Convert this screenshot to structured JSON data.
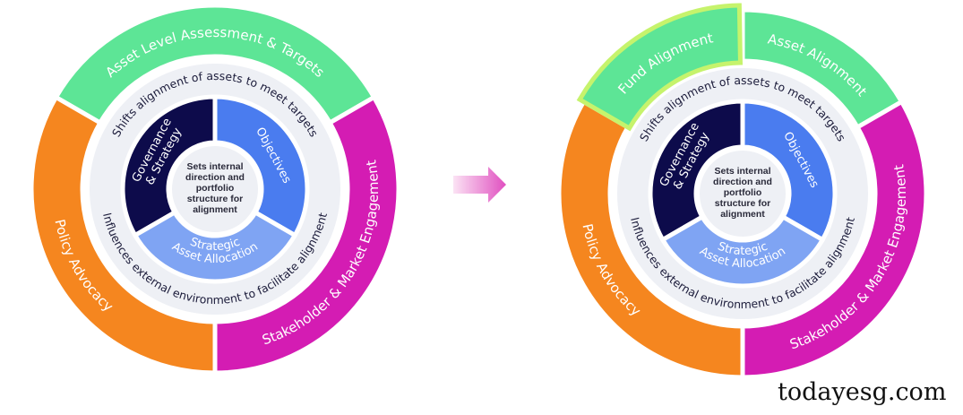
{
  "colors": {
    "green": "#5de596",
    "orange": "#f5861f",
    "magenta": "#d41cb3",
    "navy": "#0d0b4b",
    "blue": "#4a7cef",
    "light_blue": "#7fa4f3",
    "ring_gray": "#eef0f5",
    "highlight": "#c6f36c",
    "arrow": "#e04fc0"
  },
  "shared": {
    "inner_top": "Shifts alignment of assets to meet targets",
    "inner_bottom": "Influences external environment to facilitate alignment",
    "governance": [
      "Governance",
      "& Strategy"
    ],
    "objectives": "Objectives",
    "strategic": [
      "Strategic",
      "Asset Allocation"
    ],
    "center": [
      "Sets internal",
      "direction and",
      "portfolio",
      "structure for",
      "alignment"
    ],
    "policy": "Policy Advocacy",
    "stakeholder": "Stakeholder & Market Engagement"
  },
  "left_diagram": {
    "top_segment": "Asset Level Assessment & Targets"
  },
  "right_diagram": {
    "fund_segment": "Fund Alignment",
    "asset_segment": "Asset Alignment"
  },
  "watermark": "todayesg.com"
}
